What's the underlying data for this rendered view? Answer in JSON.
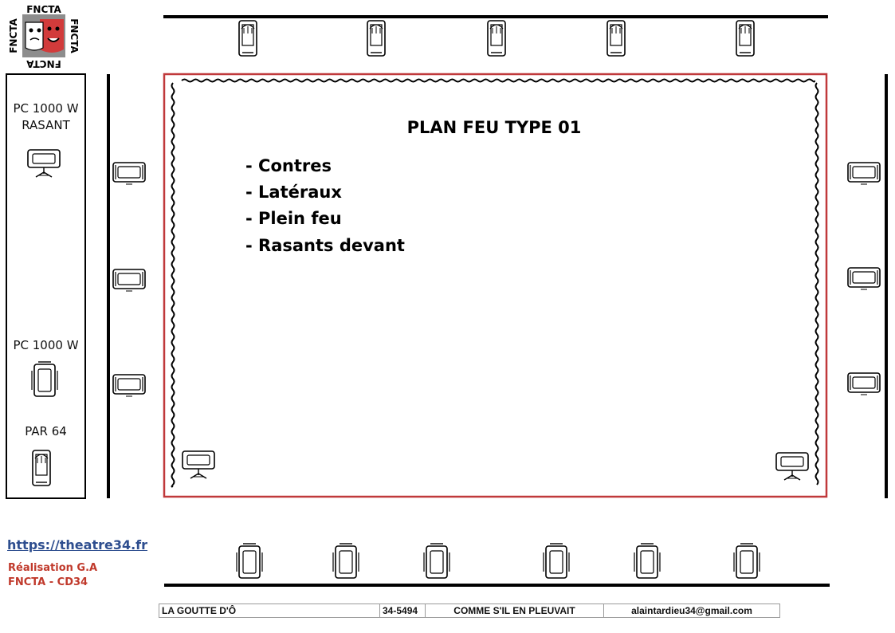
{
  "logo": {
    "text": "FNCTA",
    "icon": "theatre-masks-icon"
  },
  "legend": {
    "items": [
      {
        "label": "PC 1000 W\nRASANT",
        "icon": "pc-1000w-rasant-icon"
      },
      {
        "label": "PC 1000 W",
        "icon": "pc-1000w-icon"
      },
      {
        "label": "PAR 64",
        "icon": "par64-icon"
      }
    ]
  },
  "plan": {
    "title": "PLAN FEU TYPE  01",
    "items": [
      "- Contres",
      "- Latéraux",
      "- Plein feu",
      "- Rasants devant"
    ]
  },
  "footer": {
    "link": "https://theatre34.fr",
    "credit_line1": "Réalisation G.A",
    "credit_line2": "FNCTA - CD34"
  },
  "info_table": {
    "cells": [
      "LA GOUTTE D'Ô",
      "34-5494",
      "COMME S'IL EN PLEUVAIT",
      "alaintardieu34@gmail.com"
    ]
  },
  "colors": {
    "stage_border": "#c0393b",
    "text": "#000000",
    "link": "#2e4e8f",
    "credit": "#c0392b"
  }
}
